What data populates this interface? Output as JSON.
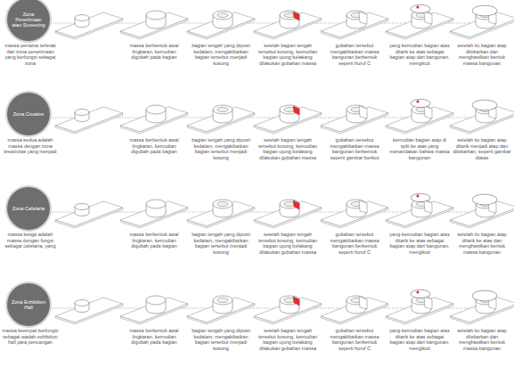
{
  "diagram": {
    "nodes": [
      {
        "text": [
          "Zona Penerimaan atau Screening"
        ]
      },
      {
        "text": [
          "Zona Creative"
        ]
      },
      {
        "text": [
          "Zona Cafetaria"
        ]
      },
      {
        "text": [
          "Zona Exhibition Hall"
        ]
      }
    ],
    "labels": [
      "massa pertama terletak dari zona penerimaan yang berfungsi sebagai zona",
      "massa berbentuk awal lingkaran, kemudian digubah pada bagian",
      "bagian tengah yang dipusti kedalam, mengakibatkan bagian tersebut menjadi kosong",
      "setelah bagian tengah tersebut kosong, kemudian bagian ujung belakang dilakukan gubahan massa",
      "gubahan tersebut mengakibatkan massa bangunan berbentuk seperti huruf C",
      "yang kemudian bagian atas ditarik ke atas sebagai bagian atap dari bangunan, mengikuti",
      "setelah itu bagian atap dilebarkan dan menghasilkan bentuk massa bangunan",
      "massa kedua adalah massa dengan zona kreativitas yang menjadi",
      "massa berbentuk awal lingkaran, kemudian digubah pada bagian",
      "bagian tengah yang dipusti kedalam, mengakibatkan bagian tersebut menjadi kosong",
      "setelah bagian tengah tersebut kosong, kemudian bagian ujung belakang dilakukan gubahan massa",
      "gubahan tersebut mengakibatkan massa bangunan berbentuk seperti gambar berikut",
      "kemudian bagian atap di split ke atas yang menandakan bahwa massa bangunan",
      "setelah itu bagian atap ditarik menjadi atap dan dilebarkan, seperti gambar diatas",
      "massa ketiga adalah massa dengan fungsi sebagai cafetaria, yang",
      "massa berbentuk awal lingkaran, kemudian digubah pada bagian",
      "bagian tengah yang dipusti kedalam, mengakibatkan bagian tersebut menjadi kosong",
      "setelah bagian tengah tersebut kosong, kemudian bagian ujung belakang dilakukan gubahan massa",
      "gubahan tersebut mengakibatkan massa bangunan berbentuk seperti huruf C",
      "yang kemudian bagian atas ditarik ke atas sebagai bagian atap dari bangunan, mengikuti",
      "setelah itu bagian atap ditarik ke atas dan menghasilkan bentuk massa bangunan",
      "massa keempat berfungsi sebagai wadah exhibition hall para pencangan",
      "massa berbentuk awal lingkaran, kemudian digubah pada bagian",
      "bagian tengah yang dipusti kedalam, mengakibatkan bagian tersebut menjadi kosong",
      "setelah bagian tengah tersebut kosong, kemudian bagian ujung belakang dilakukan gubahan massa",
      "gubahan tersebut mengakibatkan massa bangunan berbentuk seperti huruf C",
      "yang kemudian bagian atas ditarik ke atas sebagai bagian atap dari bangunan, mengikuti",
      "setelah itu bagian atap dilebarkan dan menghasilkan bentuk massa bangunan"
    ]
  }
}
